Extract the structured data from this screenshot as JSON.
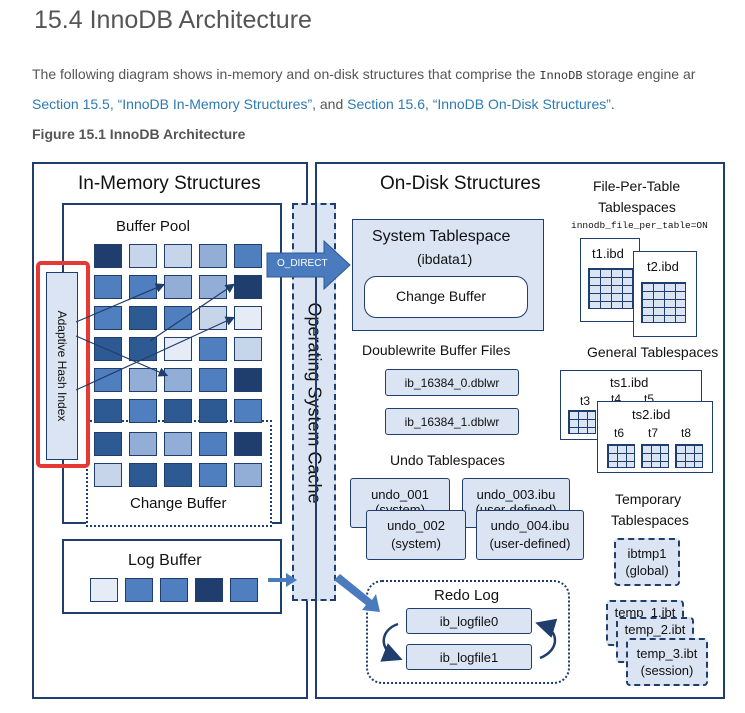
{
  "page": {
    "title": "15.4 InnoDB Architecture",
    "intro_pre": "The following diagram shows in-memory and on-disk structures that comprise the ",
    "intro_code": "InnoDB",
    "intro_post": " storage engine ar",
    "link1": "Section 15.5, “InnoDB In-Memory Structures”",
    "intro_mid": ", and ",
    "link2": "Section 15.6, “InnoDB On-Disk Structures”",
    "intro_end": ".",
    "figure_caption": "Figure 15.1 InnoDB Architecture"
  },
  "diagram": {
    "in_memory": {
      "title": "In-Memory Structures",
      "buffer_pool": "Buffer Pool",
      "adaptive_hash_index": "Adaptive Hash Index",
      "change_buffer": "Change Buffer",
      "log_buffer": "Log Buffer"
    },
    "os_cache": "Operating System Cache",
    "o_direct": "O_DIRECT",
    "on_disk": {
      "title": "On-Disk Structures",
      "system_tablespace": "System Tablespace",
      "ibdata": "(ibdata1)",
      "change_buffer": "Change Buffer",
      "doublewrite_title": "Doublewrite Buffer Files",
      "dblwr_files": [
        "ib_16384_0.dblwr",
        "ib_16384_1.dblwr"
      ],
      "undo_title": "Undo Tablespaces",
      "undo_001": "undo_001",
      "undo_001_sub": "(system)",
      "undo_003": "undo_003.ibu",
      "undo_003_sub": "(user-defined)",
      "undo_002": "undo_002",
      "undo_002_sub": "(system)",
      "undo_004": "undo_004.ibu",
      "undo_004_sub": "(user-defined)",
      "redo_title": "Redo Log",
      "redo_files": [
        "ib_logfile0",
        "ib_logfile1"
      ],
      "fpt_title_1": "File-Per-Table",
      "fpt_title_2": "Tablespaces",
      "fpt_setting": "innodb_file_per_table=ON",
      "t1": "t1.ibd",
      "t2": "t2.ibd",
      "general_title": "General Tablespaces",
      "ts1": "ts1.ibd",
      "t3": "t3",
      "t4": "t4",
      "t5": "t5",
      "ts2": "ts2.ibd",
      "t6": "t6",
      "t7": "t7",
      "t8": "t8",
      "temp_title_1": "Temporary",
      "temp_title_2": "Tablespaces",
      "ibtmp1": "ibtmp1",
      "ibtmp1_sub": "(global)",
      "temp_1": "temp_1.ibt",
      "temp_2": "temp_2.ibt",
      "temp_3": "temp_3.ibt",
      "temp_3_sub": "(session)"
    },
    "colors": {
      "outline": "#1f3d6d",
      "light": "#dbe4f2",
      "highlight": "#e53935",
      "arrow": "#4a7bbf"
    }
  }
}
